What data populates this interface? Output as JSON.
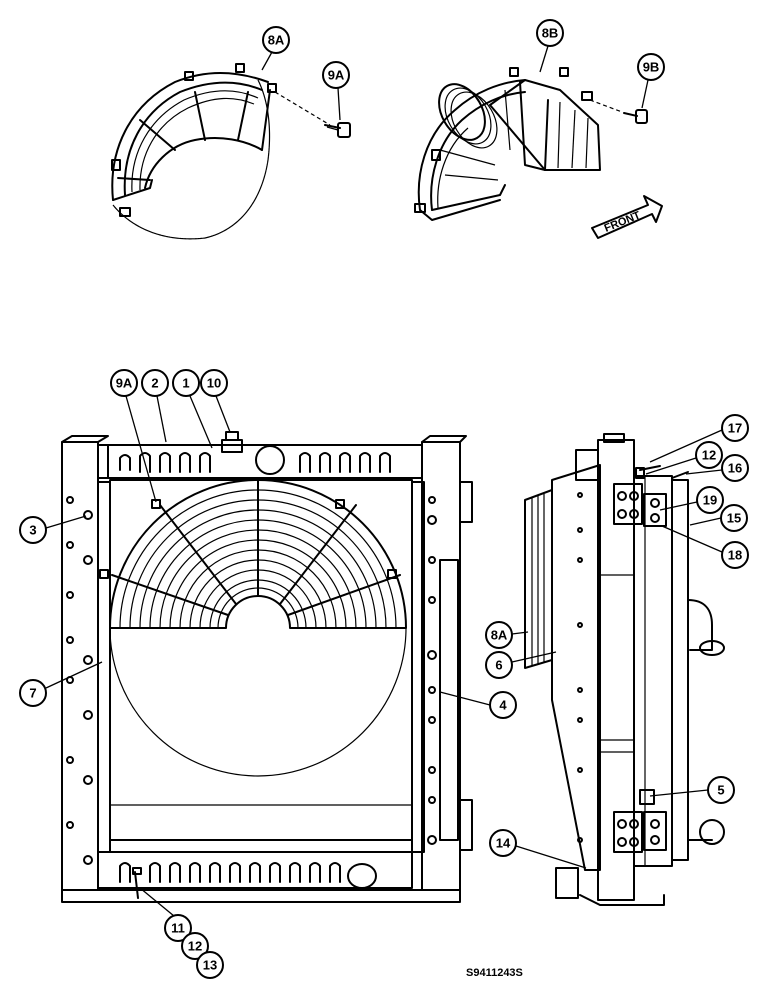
{
  "figure_code": "S9411243S",
  "front_label": "FRONT",
  "callouts": {
    "c8A_top": "8A",
    "c9A_top": "9A",
    "c8B": "8B",
    "c9B": "9B",
    "c9A": "9A",
    "c2": "2",
    "c1": "1",
    "c10": "10",
    "c3": "3",
    "c7": "7",
    "c4": "4",
    "c11": "11",
    "c12_bottom": "12",
    "c13": "13",
    "c17": "17",
    "c12_side": "12",
    "c16": "16",
    "c19": "19",
    "c15": "15",
    "c18": "18",
    "c8A_side": "8A",
    "c6": "6",
    "c5": "5",
    "c14": "14"
  }
}
